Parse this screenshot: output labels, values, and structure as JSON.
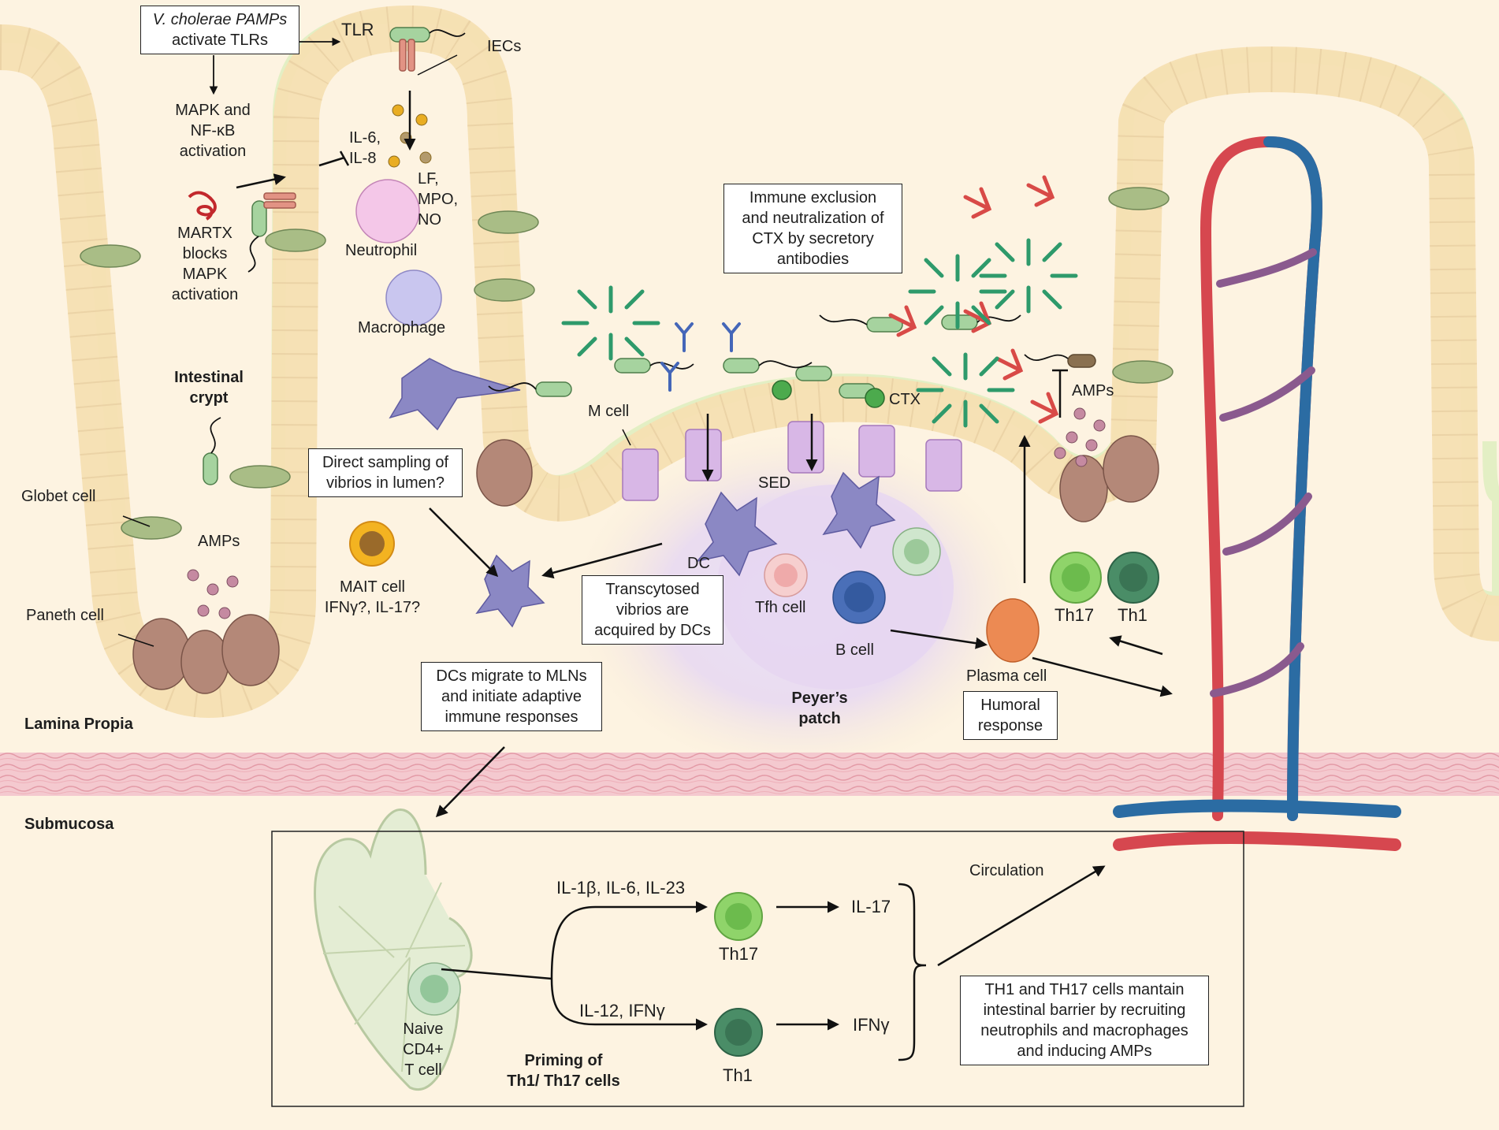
{
  "colors": {
    "background": "#fdf3e1",
    "epithelium": "#f9e6bf",
    "mucus_edge": "#e3efc4",
    "artery": "#d6474f",
    "vein": "#2b6ca3",
    "dc": "#8b88c4",
    "plasma_cell": "#ec8a53",
    "th17": "#8fd46a",
    "th1": "#4a8d67",
    "antibody_red": "#d84a47",
    "antibody_green": "#2e9a6b",
    "antibody_blue": "#4466b8"
  },
  "boxes": {
    "pamps": [
      "V. cholerae PAMPs",
      "activate TLRs"
    ],
    "immune_exclusion": [
      "Immune exclusion",
      "and neutralization of",
      "CTX by secretory",
      "antibodies"
    ],
    "direct_sampling": [
      "Direct sampling of",
      "vibrios in lumen?"
    ],
    "transcytosed": [
      "Transcytosed",
      "vibrios are",
      "acquired by DCs"
    ],
    "dcs_migrate": [
      "DCs migrate to MLNs",
      "and initiate adaptive",
      "immune responses"
    ],
    "humoral": [
      "Humoral",
      "response"
    ],
    "th1_th17_barrier": [
      "TH1 and TH17 cells mantain",
      "intestinal barrier by recruiting",
      "neutrophils and macrophages",
      "and inducing AMPs"
    ]
  },
  "labels": {
    "tlr": "TLR",
    "iecs": "IECs",
    "mapk": [
      "MAPK and",
      "NF-κB",
      "activation"
    ],
    "il6_il8": [
      "IL-6,",
      "IL-8"
    ],
    "lf_mpo_no": [
      "LF,",
      "MPO,",
      "NO"
    ],
    "neutrophil": "Neutrophil",
    "martx": [
      "MARTX",
      "blocks",
      "MAPK",
      "activation"
    ],
    "macrophage": "Macrophage",
    "intestinal_crypt": [
      "Intestinal",
      "crypt"
    ],
    "globet_cell": "Globet cell",
    "amps_crypt": "AMPs",
    "paneth_cell": "Paneth cell",
    "mait_cell": [
      "MAIT cell",
      "IFNγ?, IL-17?"
    ],
    "m_cell": "M cell",
    "sed": "SED",
    "dc": "DC",
    "ctx": "CTX",
    "amps_villus": "AMPs",
    "tfh_cell": "Tfh cell",
    "b_cell": "B cell",
    "plasma_cell": "Plasma cell",
    "peyers_patch": [
      "Peyer’s",
      "patch"
    ],
    "th17_top": "Th17",
    "th1_top": "Th1",
    "lamina_propia": "Lamina Propia",
    "submucosa": "Submucosa",
    "circulation": "Circulation",
    "il1b": "IL-1β, IL-6, IL-23",
    "il12": "IL-12, IFNγ",
    "th17_bottom": "Th17",
    "th1_bottom": "Th1",
    "il17": "IL-17",
    "ifng": "IFNγ",
    "naive_cd4": [
      "Naive",
      "CD4+",
      "T cell"
    ],
    "priming": [
      "Priming of",
      "Th1/ Th17 cells"
    ]
  }
}
